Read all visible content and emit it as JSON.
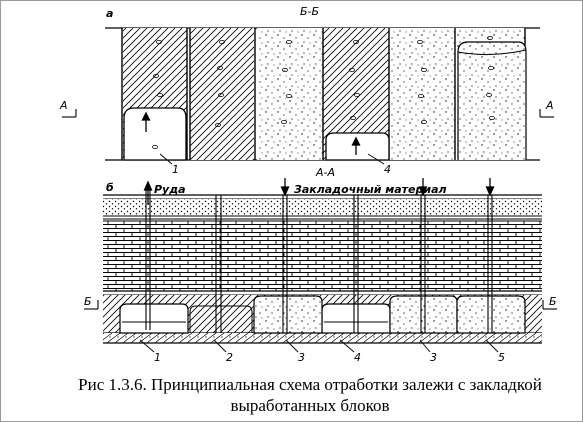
{
  "diagram": {
    "panel_a_letter": "а",
    "panel_b_letter": "б",
    "section_top": "Б-Б",
    "section_mid": "А-А",
    "section_mark_A": "А",
    "section_mark_B": "Б",
    "ore_label": "Руда",
    "fill_label": "Закладочный материал",
    "top_callouts": [
      "1",
      "4"
    ],
    "bottom_callouts": [
      "1",
      "2",
      "3",
      "4",
      "3",
      "5"
    ]
  },
  "caption": {
    "line1": "Рис 1.3.6. Принципиальная схема отработки залежи с закладкой",
    "line2": "выработанных блоков"
  }
}
